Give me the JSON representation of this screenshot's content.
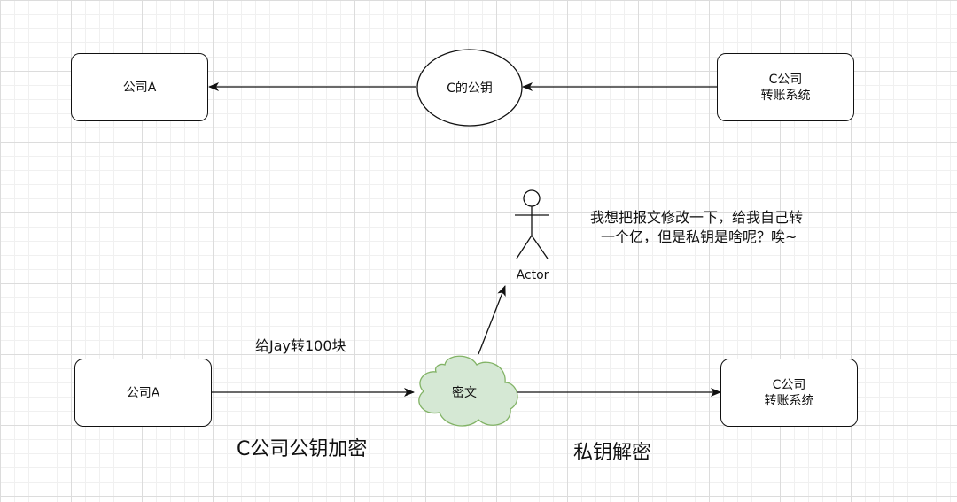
{
  "top_row": {
    "left_box": "公司A",
    "ellipse": "C的公钥",
    "right_box": "C公司\n转账系统"
  },
  "actor": {
    "label": "Actor",
    "thought_line1": "我想把报文修改一下，给我自己转",
    "thought_line2": "一个亿，但是私钥是啥呢？唉~"
  },
  "bottom_row": {
    "left_box": "公司A",
    "message": "给Jay转100块",
    "cloud": "密文",
    "right_box": "C公司\n转账系统",
    "encrypt_caption": "C公司公钥加密",
    "decrypt_caption": "私钥解密"
  },
  "colors": {
    "cloud_fill": "#d5e8d4",
    "cloud_stroke": "#82b366",
    "stroke": "#111111"
  }
}
